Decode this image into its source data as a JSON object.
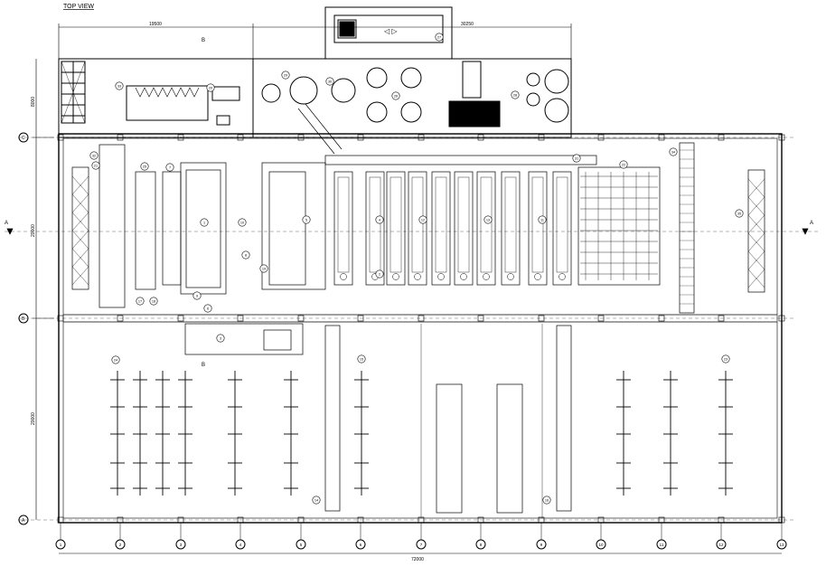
{
  "view_title": "TOP VIEW",
  "dimensions": {
    "top_left": "19500",
    "top_right": "30250",
    "left_upper": "8000",
    "left_middle": "20000",
    "left_lower": "20000",
    "bottom_total": "72000"
  },
  "rows": {
    "A": "A",
    "B": "B",
    "C": "C"
  },
  "columns": [
    "1",
    "2",
    "3",
    "4",
    "5",
    "6",
    "7",
    "8",
    "9",
    "10",
    "11",
    "12",
    "13"
  ],
  "section_marks": {
    "a": "A",
    "b": "B"
  },
  "callouts": [
    "1",
    "2",
    "3",
    "4",
    "5",
    "6",
    "7",
    "8",
    "9",
    "10",
    "11",
    "12",
    "13",
    "14",
    "15",
    "16",
    "17",
    "18",
    "19",
    "20",
    "21",
    "22",
    "23",
    "24",
    "25",
    "26",
    "27",
    "28",
    "29",
    "30",
    "31",
    "32",
    "33",
    "34",
    "35"
  ]
}
